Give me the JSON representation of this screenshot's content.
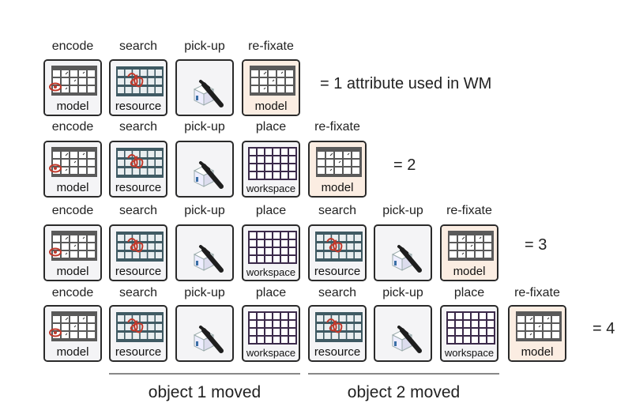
{
  "rows": [
    {
      "equation": "= 1 attribute used in WM",
      "steps": [
        {
          "label": "encode",
          "kind": "model",
          "caption": "model"
        },
        {
          "label": "search",
          "kind": "resource",
          "caption": "resource"
        },
        {
          "label": "pick-up",
          "kind": "pickup",
          "caption": ""
        },
        {
          "label": "re-fixate",
          "kind": "model-refix",
          "caption": "model"
        }
      ]
    },
    {
      "equation": "= 2",
      "steps": [
        {
          "label": "encode",
          "kind": "model",
          "caption": "model"
        },
        {
          "label": "search",
          "kind": "resource",
          "caption": "resource"
        },
        {
          "label": "pick-up",
          "kind": "pickup",
          "caption": ""
        },
        {
          "label": "place",
          "kind": "workspace",
          "caption": "workspace"
        },
        {
          "label": "re-fixate",
          "kind": "model-refix",
          "caption": "model"
        }
      ]
    },
    {
      "equation": "= 3",
      "steps": [
        {
          "label": "encode",
          "kind": "model",
          "caption": "model"
        },
        {
          "label": "search",
          "kind": "resource",
          "caption": "resource"
        },
        {
          "label": "pick-up",
          "kind": "pickup",
          "caption": ""
        },
        {
          "label": "place",
          "kind": "workspace",
          "caption": "workspace"
        },
        {
          "label": "search",
          "kind": "resource",
          "caption": "resource"
        },
        {
          "label": "pick-up",
          "kind": "pickup",
          "caption": ""
        },
        {
          "label": "re-fixate",
          "kind": "model-refix",
          "caption": "model"
        }
      ]
    },
    {
      "equation": "= 4",
      "steps": [
        {
          "label": "encode",
          "kind": "model",
          "caption": "model"
        },
        {
          "label": "search",
          "kind": "resource",
          "caption": "resource"
        },
        {
          "label": "pick-up",
          "kind": "pickup",
          "caption": ""
        },
        {
          "label": "place",
          "kind": "workspace",
          "caption": "workspace"
        },
        {
          "label": "search",
          "kind": "resource",
          "caption": "resource"
        },
        {
          "label": "pick-up",
          "kind": "pickup",
          "caption": ""
        },
        {
          "label": "place",
          "kind": "workspace",
          "caption": "workspace"
        },
        {
          "label": "re-fixate",
          "kind": "model-refix",
          "caption": "model"
        }
      ]
    }
  ],
  "groups": [
    {
      "label": "object 1 moved"
    },
    {
      "label": "object 2 moved"
    }
  ],
  "colors": {
    "border": "#2a2a2a",
    "model_header": "#5a5a5a",
    "resource_bg": "#3f5a63",
    "resource_scribble": "#c0392b",
    "workspace_grid": "#3b2a4a",
    "refixate_bg": "#fbede2",
    "eye": "#c0392b"
  }
}
